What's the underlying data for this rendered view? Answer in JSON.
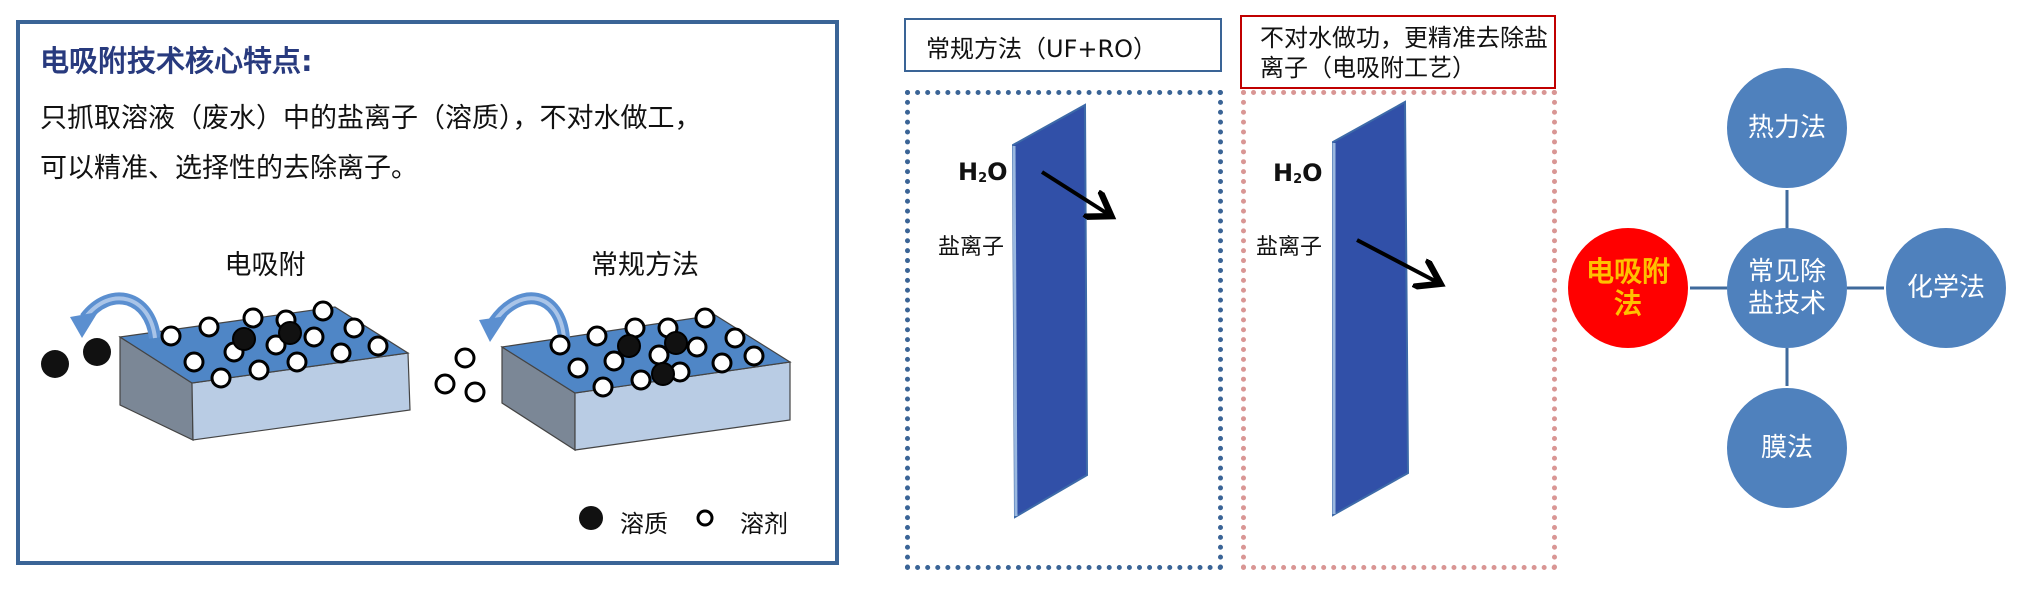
{
  "features": {
    "title": "电吸附技术核心特点:",
    "lines": [
      "只抓取溶液（废水）中的盐离子（溶质），不对水做工，",
      "可以精准、选择性的去除离子。"
    ],
    "illustrations": [
      {
        "caption": "电吸附"
      },
      {
        "caption": "常规方法"
      }
    ],
    "legend": [
      {
        "icon": "solid-black-circle",
        "label": "溶质"
      },
      {
        "icon": "hollow-circle",
        "label": "溶剂"
      }
    ],
    "colors": {
      "border": "#3a6496",
      "title": "#283a7e"
    }
  },
  "comparison": {
    "conventional": {
      "label": "常规方法（UF+RO）",
      "water_label": "H",
      "water_sub": "2",
      "water_tail": "O",
      "ion_label": "盐离子",
      "border_color": "#3a6496"
    },
    "electro": {
      "label": "不对水做功，更精准去除盐离子（电吸附工艺）",
      "water_label": "H",
      "water_sub": "2",
      "water_tail": "O",
      "ion_label": "盐离子",
      "border_color": "#c00000",
      "dotted_color": "#d99694"
    },
    "membrane_color": "#3150a8"
  },
  "techniques": {
    "center": "常见除盐技术",
    "nodes": {
      "top": "热力法",
      "left": "电吸附法",
      "right": "化学法",
      "bottom": "膜法"
    },
    "colors": {
      "node": "#4f81bd",
      "highlight": "#ff0000",
      "highlight_text": "#ffc000"
    }
  }
}
